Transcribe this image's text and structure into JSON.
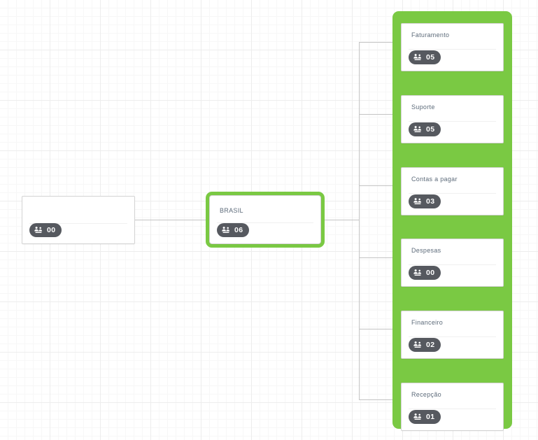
{
  "canvas": {
    "background_color": "#ffffff",
    "grid_color": "#ededed",
    "selection_color": "#7ac943",
    "badge_color": "#56595f",
    "connector_color": "#c4c4c4",
    "title_color": "#5d6b7a"
  },
  "badge_icon_name": "users-group-icon",
  "nodes": {
    "root": {
      "title": "",
      "count": "00"
    },
    "brasil": {
      "title": "BRASIL",
      "count": "06",
      "selected": true
    }
  },
  "departments": {
    "selected": true,
    "items": [
      {
        "title": "Faturamento",
        "count": "05"
      },
      {
        "title": "Suporte",
        "count": "05"
      },
      {
        "title": "Contas a pagar",
        "count": "03"
      },
      {
        "title": "Despesas",
        "count": "00"
      },
      {
        "title": "Financeiro",
        "count": "02"
      },
      {
        "title": "Recepção",
        "count": "01"
      }
    ]
  }
}
